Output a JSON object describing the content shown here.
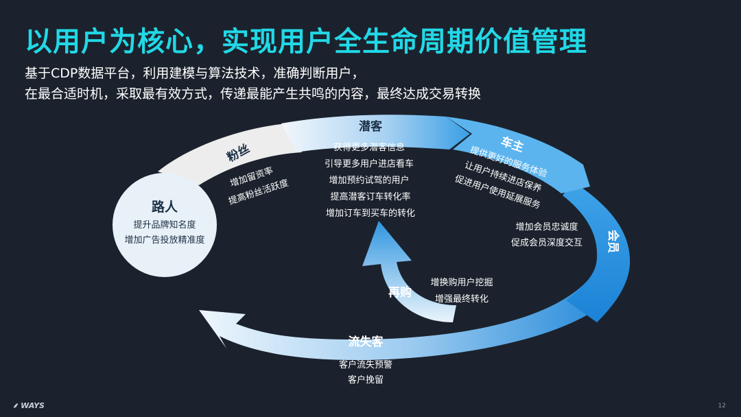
{
  "title": "以用户为核心，实现用户全生命周期价值管理",
  "subtitle_line1": "基于CDP数据平台，利用建模与算法技术，准确判断用户，",
  "subtitle_line2": "在最合适时机，采取最有效方式，传递最能产生共鸣的内容，最终达成交易转换",
  "stages": {
    "passerby": {
      "label": "路人",
      "items": [
        "提升品牌知名度",
        "增加广告投放精准度"
      ]
    },
    "fans": {
      "label": "粉丝",
      "items": [
        "增加留资率",
        "提高粉丝活跃度"
      ]
    },
    "prospect": {
      "label": "潜客",
      "items": [
        "获得更多潜客信息",
        "引导更多用户进店看车",
        "增加预约试驾的用户",
        "提高潜客订车转化率",
        "增加订车到买车的转化"
      ]
    },
    "owner": {
      "label": "车主",
      "items": [
        "提供更好的服务体验",
        "让用户持续进店保养",
        "促进用户使用延展服务"
      ]
    },
    "member": {
      "label": "会员",
      "items": [
        "增加会员忠诚度",
        "促成会员深度交互"
      ]
    },
    "repurchase": {
      "label": "再购",
      "items": [
        "增换购用户挖掘",
        "增强最终转化"
      ]
    },
    "churned": {
      "label": "流失客",
      "items": [
        "客户流失预警",
        "客户挽留"
      ]
    }
  },
  "footer": {
    "logo": "WAYS",
    "page_number": "12"
  },
  "colors": {
    "title": "#22d8e6",
    "background": "#1b222d",
    "arrow_light": "#e8f2fa",
    "arrow_dark": "#1e88d9"
  }
}
